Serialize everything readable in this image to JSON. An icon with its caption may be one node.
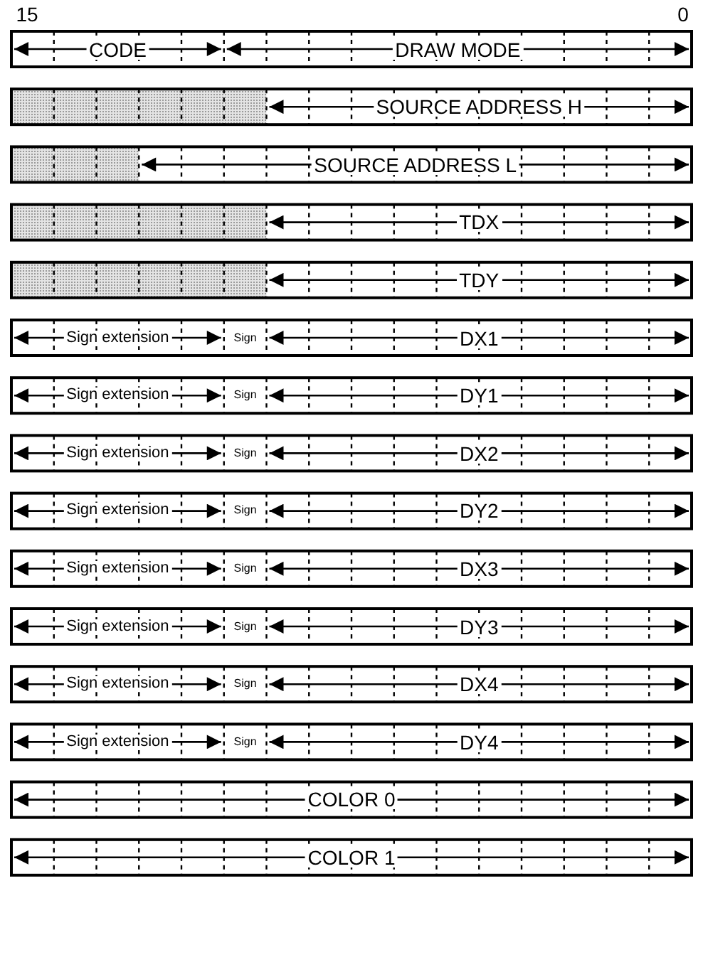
{
  "diagram": {
    "labels": [
      "15",
      "0",
      "CODE",
      "DRAW MODE",
      "SOURCE ADDRESS H",
      "SOURCE ADDRESS L",
      "TDX",
      "TDY",
      "Sign extension",
      "Sign",
      "DX1",
      "Sign extension",
      "Sign",
      "DY1",
      "Sign extension",
      "Sign",
      "DX2",
      "Sign extension",
      "Sign",
      "DY2",
      "Sign extension",
      "Sign",
      "DX3",
      "Sign extension",
      "Sign",
      "DY3",
      "Sign extension",
      "Sign",
      "DX4",
      "Sign extension",
      "Sign",
      "DY4",
      "COLOR 0",
      "COLOR 1"
    ]
  }
}
